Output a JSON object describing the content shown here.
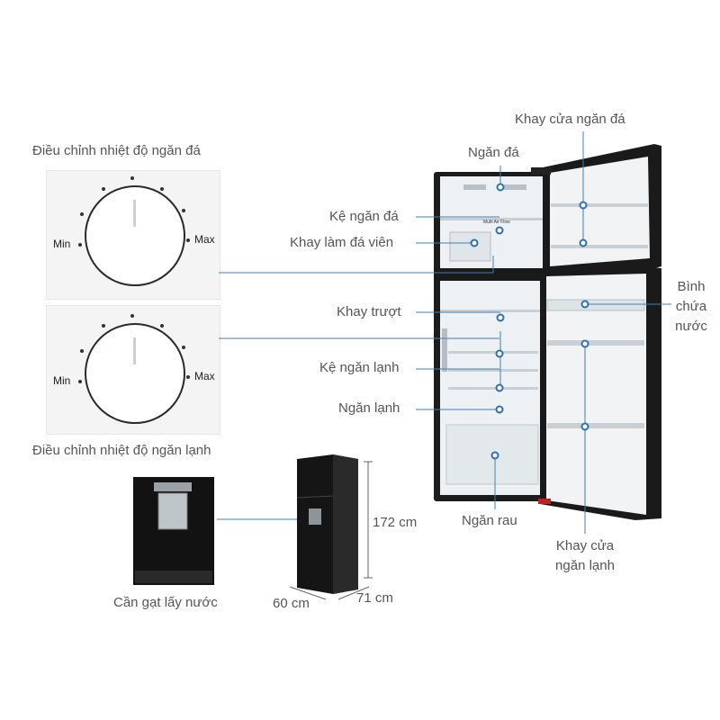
{
  "dials": {
    "freezer_title": "Điều chỉnh nhiệt độ ngăn đá",
    "fridge_title": "Điều chỉnh nhiệt độ ngăn lạnh",
    "min": "Min",
    "max": "Max"
  },
  "labels": {
    "freezer_compartment": "Ngăn đá",
    "freezer_shelf": "Kệ ngăn đá",
    "ice_tray": "Khay làm đá viên",
    "sliding_tray": "Khay trượt",
    "fridge_shelf": "Kệ ngăn lạnh",
    "fridge_compartment": "Ngăn lạnh",
    "crisper": "Ngăn rau",
    "freezer_door_tray": "Khay cửa ngăn đá",
    "water_tank_1": "Bình",
    "water_tank_2": "chứa",
    "water_tank_3": "nước",
    "fridge_door_tray_1": "Khay cửa",
    "fridge_door_tray_2": "ngăn lạnh",
    "water_lever": "Cần gạt lấy nước"
  },
  "dimensions": {
    "height": "172 cm",
    "width": "60 cm",
    "depth": "71 cm"
  },
  "fridge_ui": {
    "multi_air_flow": "Multi Air Flow"
  },
  "colors": {
    "callout_line": "#3f7fb5",
    "callout_dot": "#2f6fb0",
    "fridge_body": "#1a1a1a",
    "interior": "#eef1f3"
  }
}
